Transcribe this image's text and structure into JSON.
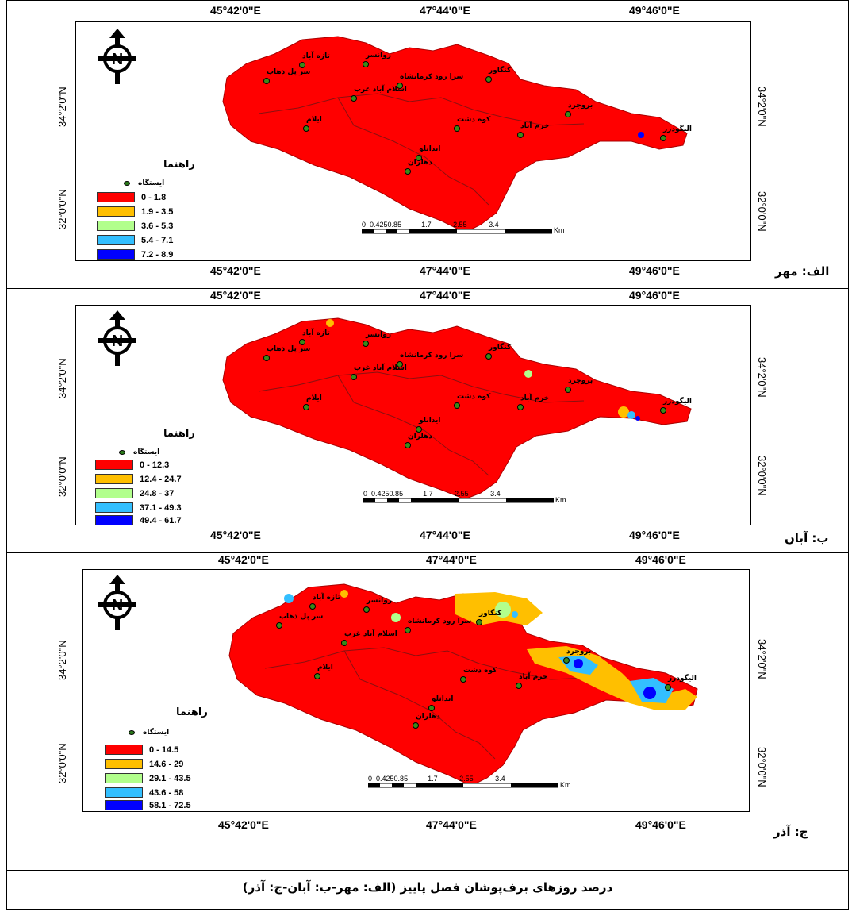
{
  "coords": {
    "lon": [
      "45°42'0\"E",
      "47°44'0\"E",
      "49°46'0\"E"
    ],
    "lat": [
      "34°2'0\"N",
      "32°0'0\"N"
    ]
  },
  "legend": {
    "title": "راهنما",
    "station_label": "ایستگاه"
  },
  "scale": {
    "ticks": [
      "0",
      "0.4250.85",
      "1.7",
      "2.55",
      "3.4"
    ],
    "unit": "Km"
  },
  "stations": [
    "روانسر",
    "تازه آباد",
    "سر پل ذهاب",
    "سرا رود کرمانشاه",
    "کنگاور",
    "اسلام آباد غرب",
    "بروجرد",
    "کوه دشت",
    "خرم آباد",
    "الیگودرز",
    "ایلام",
    "ایدانلو",
    "دهلران"
  ],
  "panels": [
    {
      "tag": "الف: مهر",
      "classes": [
        "0 - 1.8",
        "1.9 - 3.5",
        "3.6 - 5.3",
        "5.4 - 7.1",
        "7.2 - 8.9"
      ]
    },
    {
      "tag": "ب: آبان",
      "classes": [
        "0 - 12.3",
        "12.4 - 24.7",
        "24.8 - 37",
        "37.1 - 49.3",
        "49.4 - 61.7"
      ]
    },
    {
      "tag": "ج: آذر",
      "classes": [
        "0 - 14.5",
        "14.6 - 29",
        "29.1 - 43.5",
        "43.6 - 58",
        "58.1 - 72.5"
      ]
    }
  ],
  "class_colors": [
    "#ff0000",
    "#ffbf00",
    "#b2ff8c",
    "#33bfff",
    "#0000ff"
  ],
  "caption": "درصد روزهای برف‌پوشان فصل پاییز (الف: مهر-ب: آبان-ج: آذر)"
}
